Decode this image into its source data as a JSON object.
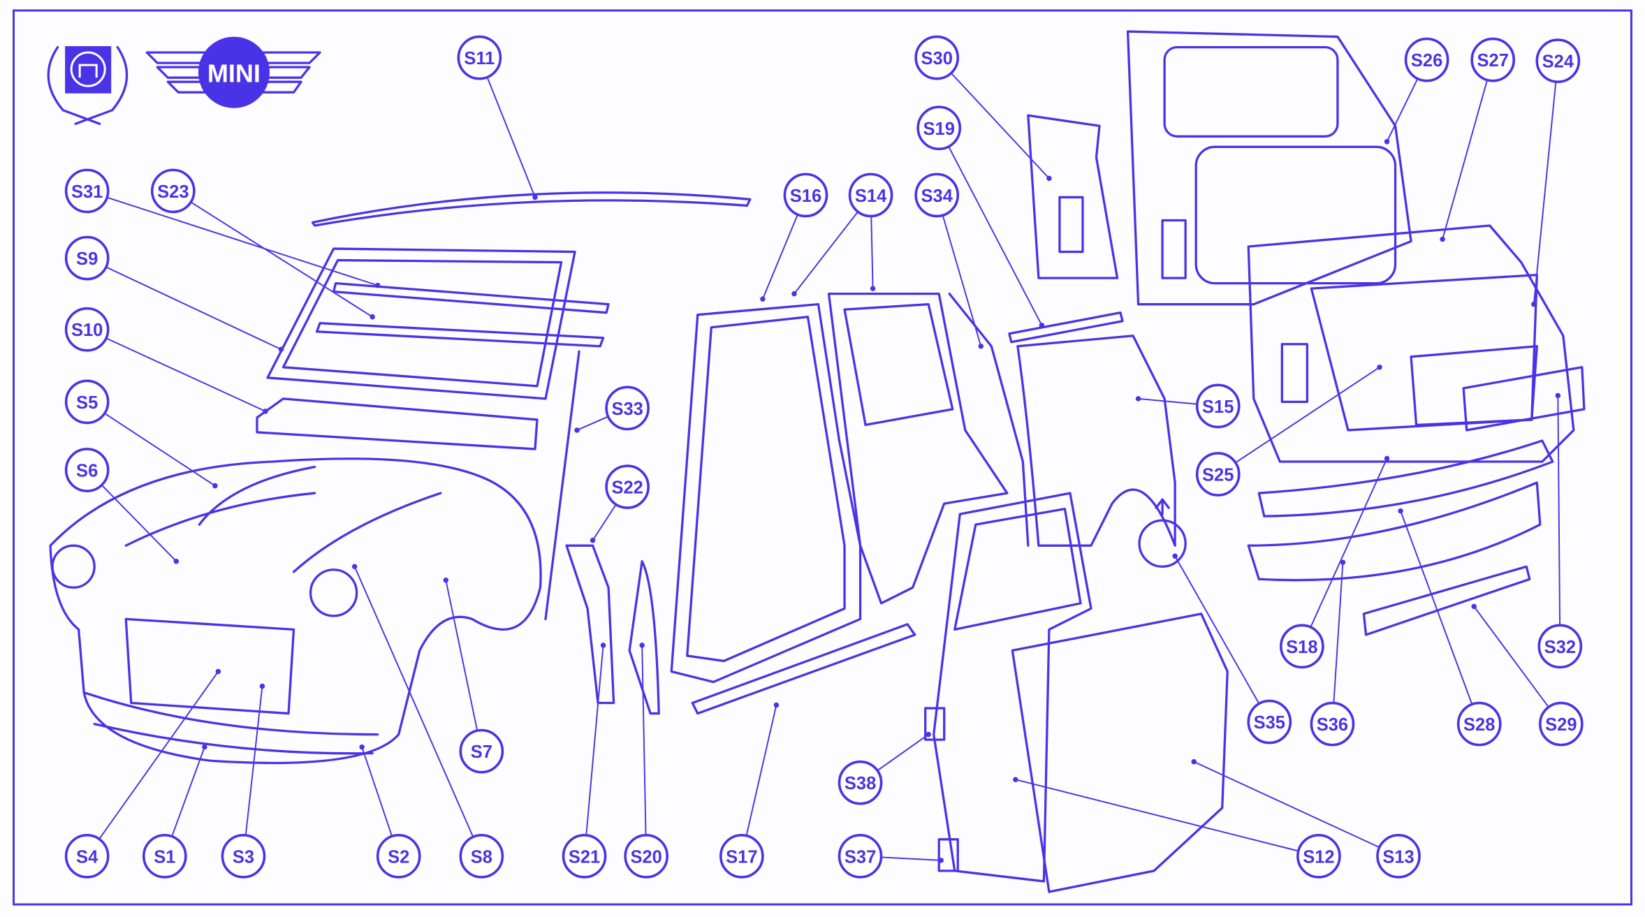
{
  "logos": {
    "brand_text": "MINI"
  },
  "callouts": [
    "S11",
    "S30",
    "S26",
    "S27",
    "S24",
    "S19",
    "S16",
    "S14",
    "S34",
    "S31",
    "S23",
    "S9",
    "S10",
    "S5",
    "S6",
    "S33",
    "S22",
    "S15",
    "S25",
    "S7",
    "S8",
    "S2",
    "S3",
    "S1",
    "S4",
    "S21",
    "S20",
    "S17",
    "S38",
    "S37",
    "S12",
    "S13",
    "S35",
    "S36",
    "S28",
    "S29",
    "S18",
    "S32"
  ],
  "colors": {
    "ink": "#4a33e6",
    "paper": "#fdfdff"
  }
}
